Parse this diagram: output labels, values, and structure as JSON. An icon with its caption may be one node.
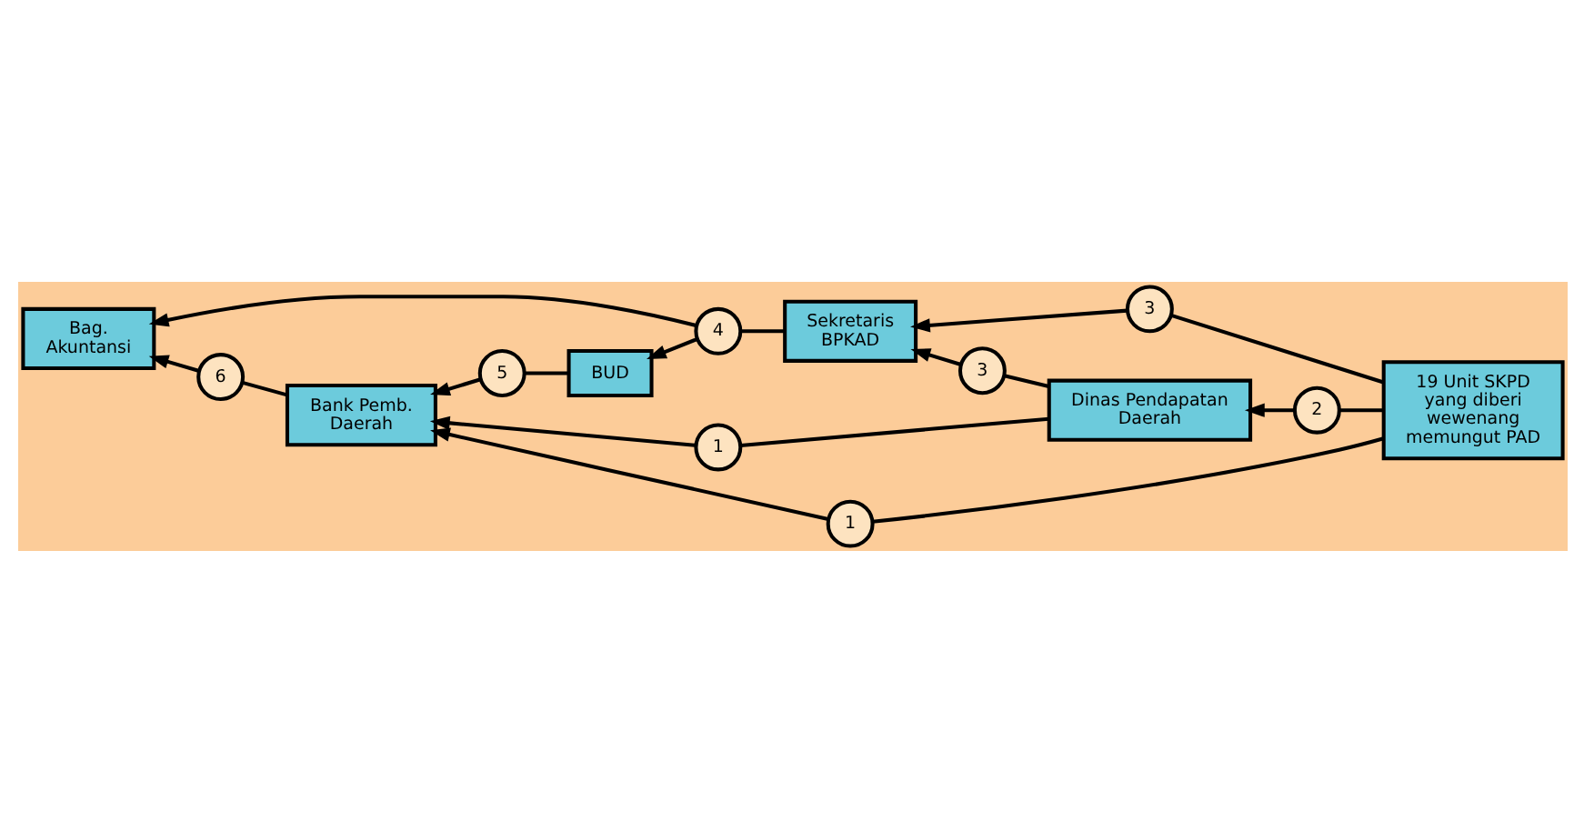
{
  "diagram": {
    "nodes": [
      {
        "text": [
          "Bag. Akuntansi"
        ]
      },
      {
        "text": [
          "4"
        ]
      },
      {
        "text": [
          "Sekretaris BPKAD"
        ]
      },
      {
        "text": [
          "3"
        ]
      },
      {
        "text": [
          "6"
        ]
      },
      {
        "text": [
          "5"
        ]
      },
      {
        "text": [
          "BUD"
        ]
      },
      {
        "text": [
          "3"
        ]
      },
      {
        "text": [
          "Bank Pemb. Daerah"
        ]
      },
      {
        "text": [
          "1"
        ]
      },
      {
        "text": [
          "Dinas Pendapatan Daerah"
        ]
      },
      {
        "text": [
          "2"
        ]
      },
      {
        "text": [
          "19 Unit SKPD yang diberi wewenang memungut PAD"
        ]
      },
      {
        "text": [
          "1"
        ]
      }
    ],
    "edges": [
      {
        "from": 12,
        "to": 3,
        "arrow": "none"
      },
      {
        "from": 3,
        "to": 2,
        "arrow": "to"
      },
      {
        "from": 12,
        "to": 11,
        "arrow": "none"
      },
      {
        "from": 11,
        "to": 10,
        "arrow": "to"
      },
      {
        "from": 12,
        "to": 13,
        "arrow": "none"
      },
      {
        "from": 13,
        "to": 8,
        "arrow": "to"
      },
      {
        "from": 10,
        "to": 9,
        "arrow": "none"
      },
      {
        "from": 9,
        "to": 8,
        "arrow": "to"
      },
      {
        "from": 10,
        "to": 7,
        "arrow": "none"
      },
      {
        "from": 7,
        "to": 2,
        "arrow": "to"
      },
      {
        "from": 2,
        "to": 1,
        "arrow": "none"
      },
      {
        "from": 1,
        "to": 0,
        "arrow": "to"
      },
      {
        "from": 1,
        "to": 6,
        "arrow": "to"
      },
      {
        "from": 8,
        "to": 4,
        "arrow": "none"
      },
      {
        "from": 4,
        "to": 0,
        "arrow": "to"
      },
      {
        "from": 6,
        "to": 5,
        "arrow": "none"
      },
      {
        "from": 5,
        "to": 8,
        "arrow": "to"
      }
    ]
  }
}
